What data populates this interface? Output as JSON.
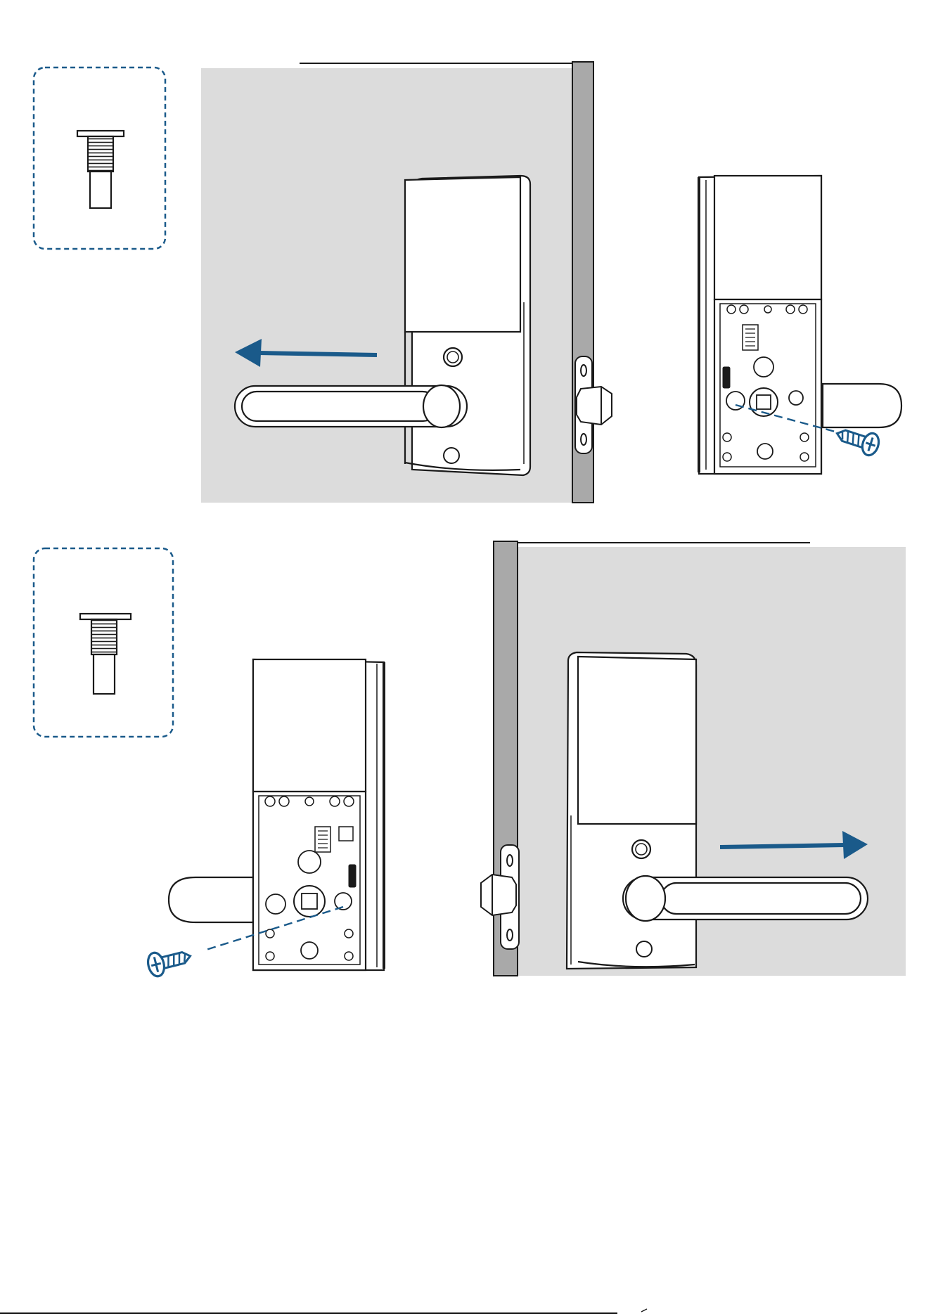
{
  "colors": {
    "accent": "#1a5a8a",
    "door_panel": "#dcdcdc",
    "door_edge": "#a9a9a9",
    "line": "#1a1a1a",
    "white": "#ffffff"
  },
  "icons": {
    "bolt": "bolt-icon",
    "screw": "phillips-screw-icon",
    "arrow": "direction-arrow-icon"
  },
  "steps": [
    {
      "id": "step-1",
      "direction": "left"
    },
    {
      "id": "step-2",
      "direction": "right"
    }
  ]
}
